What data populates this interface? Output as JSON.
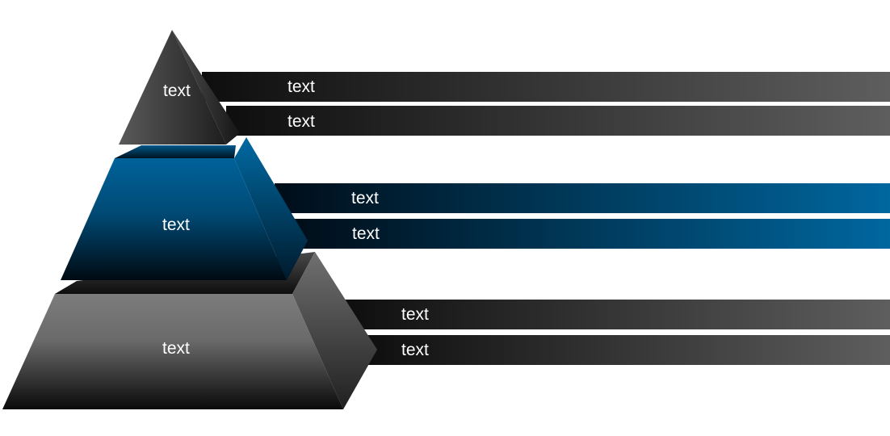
{
  "tiers": [
    {
      "label": "text",
      "color": "#3c3c3c",
      "bars": [
        "text",
        "text"
      ]
    },
    {
      "label": "text",
      "color": "#00649a",
      "bars": [
        "text",
        "text"
      ]
    },
    {
      "label": "text",
      "color": "#7a7a7a",
      "bars": [
        "text",
        "text"
      ]
    }
  ],
  "colors": {
    "bar_dark": "#111111",
    "bar_gray": "#5c5c5c",
    "bar_blue_dark": "#00111e",
    "bar_blue": "#00679f"
  }
}
